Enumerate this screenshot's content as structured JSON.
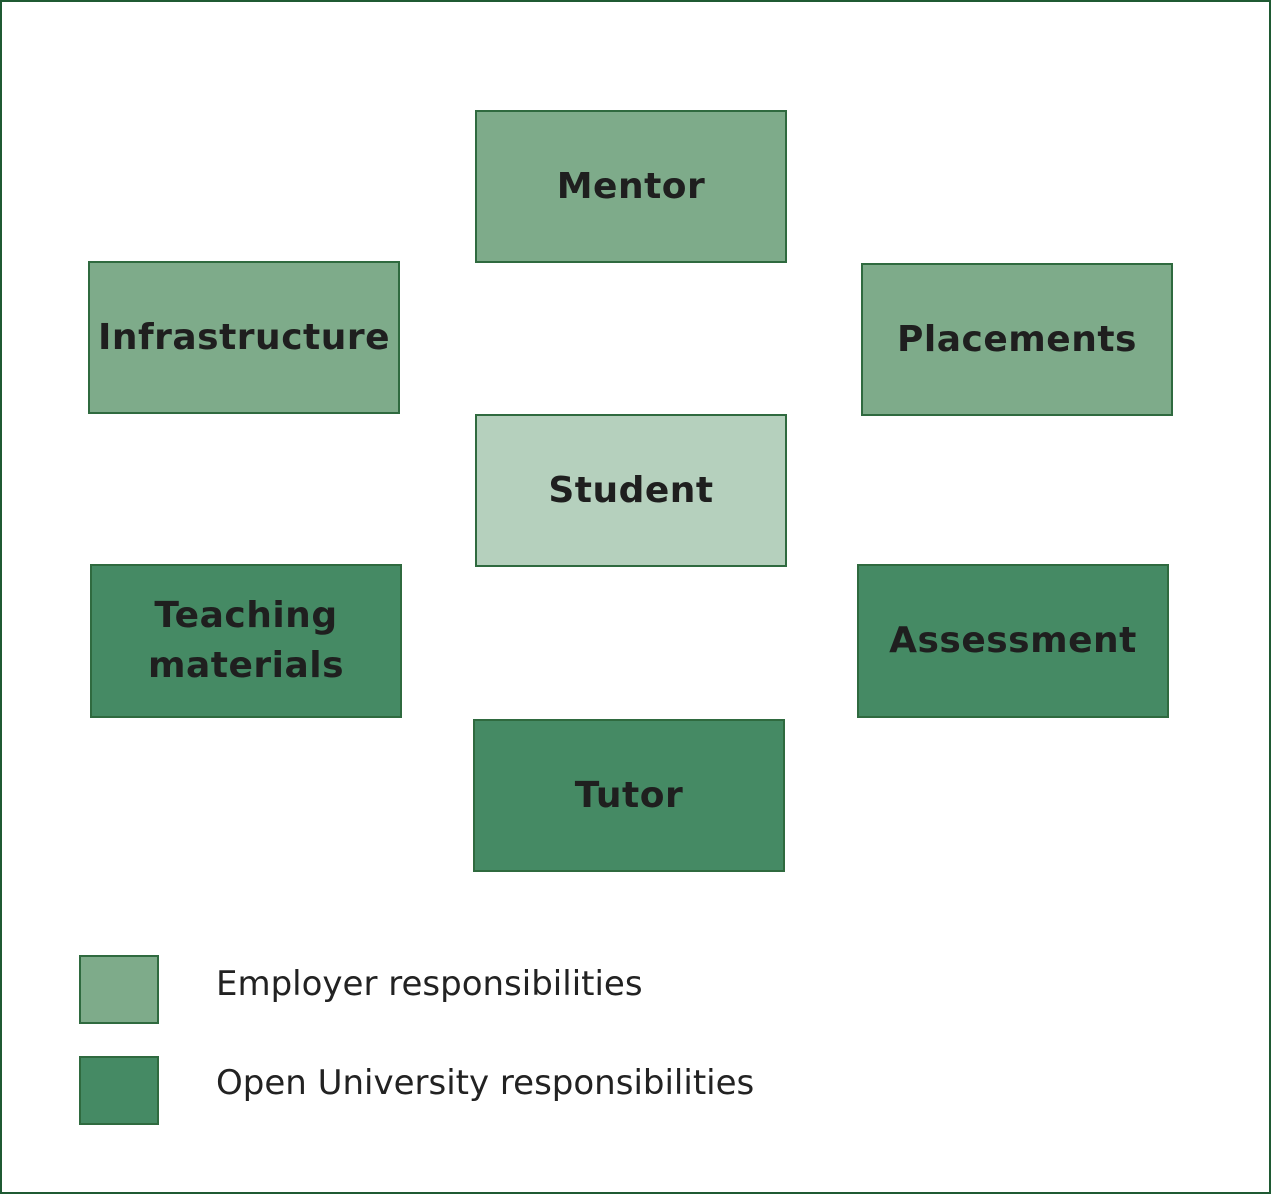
{
  "nodes": {
    "mentor": "Mentor",
    "infrastructure": "Infrastructure",
    "placements": "Placements",
    "student": "Student",
    "teaching_materials": "Teaching\nmaterials",
    "assessment": "Assessment",
    "tutor": "Tutor"
  },
  "legend": {
    "employer": "Employer responsibilities",
    "open_university": "Open University responsibilities"
  },
  "colors": {
    "employer_fill": "#7eab8a",
    "student_fill": "#b5d0bd",
    "open_university_fill": "#458a64",
    "border": "#2f6a3f"
  }
}
